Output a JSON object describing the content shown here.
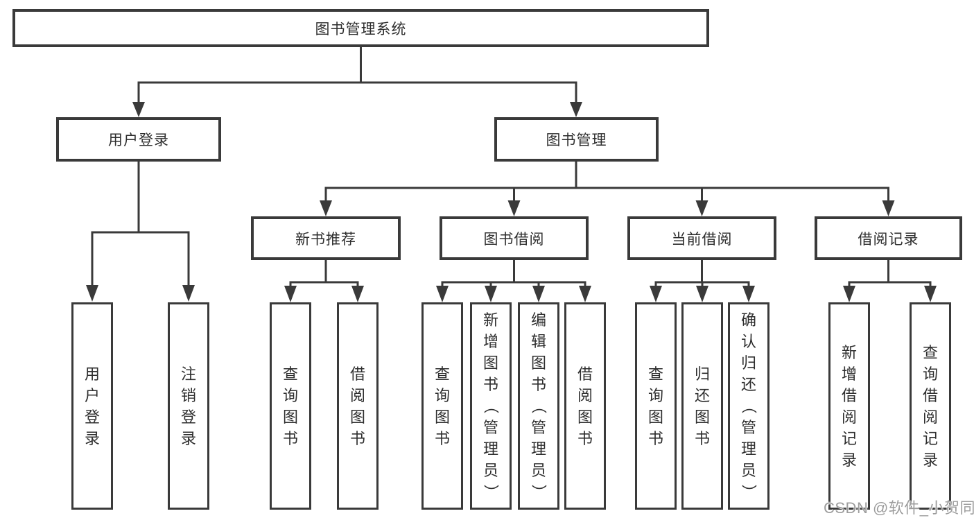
{
  "diagram": {
    "title": "图书管理系统",
    "type": "hierarchy-tree",
    "nodes": [
      {
        "id": "root",
        "label": "图书管理系统",
        "level": 1,
        "parent": null
      },
      {
        "id": "user-login",
        "label": "用户登录",
        "level": 2,
        "parent": "root"
      },
      {
        "id": "book-mgmt",
        "label": "图书管理",
        "level": 2,
        "parent": "root"
      },
      {
        "id": "new-book-rec",
        "label": "新书推荐",
        "level": 3,
        "parent": "book-mgmt"
      },
      {
        "id": "book-borrow",
        "label": "图书借阅",
        "level": 3,
        "parent": "book-mgmt"
      },
      {
        "id": "current-borrow",
        "label": "当前借阅",
        "level": 3,
        "parent": "book-mgmt"
      },
      {
        "id": "borrow-records",
        "label": "借阅记录",
        "level": 3,
        "parent": "book-mgmt"
      },
      {
        "id": "user-login-leaf",
        "label": "用户登录",
        "level": 4,
        "parent": "user-login"
      },
      {
        "id": "logout-leaf",
        "label": "注销登录",
        "level": 4,
        "parent": "user-login"
      },
      {
        "id": "rec-query-books",
        "label": "查询图书",
        "level": 4,
        "parent": "new-book-rec"
      },
      {
        "id": "rec-borrow-books",
        "label": "借阅图书",
        "level": 4,
        "parent": "new-book-rec"
      },
      {
        "id": "bb-query-books",
        "label": "查询图书",
        "level": 4,
        "parent": "book-borrow"
      },
      {
        "id": "bb-add-books",
        "label": "新增图书（管理员）",
        "level": 4,
        "parent": "book-borrow"
      },
      {
        "id": "bb-edit-books",
        "label": "编辑图书（管理员）",
        "level": 4,
        "parent": "book-borrow"
      },
      {
        "id": "bb-borrow-books",
        "label": "借阅图书",
        "level": 4,
        "parent": "book-borrow"
      },
      {
        "id": "cb-query-books",
        "label": "查询图书",
        "level": 4,
        "parent": "current-borrow"
      },
      {
        "id": "cb-return-books",
        "label": "归还图书",
        "level": 4,
        "parent": "current-borrow"
      },
      {
        "id": "cb-confirm-return",
        "label": "确认归还（管理员）",
        "level": 4,
        "parent": "current-borrow"
      },
      {
        "id": "br-add-record",
        "label": "新增借阅记录",
        "level": 4,
        "parent": "borrow-records"
      },
      {
        "id": "br-query-record",
        "label": "查询借阅记录",
        "level": 4,
        "parent": "borrow-records"
      }
    ]
  },
  "watermark": {
    "text": "CSDN @软件_小贺同学",
    "color": "#9d9d9d"
  },
  "colors": {
    "background": "#ffffff",
    "box_fill": "#ffffff",
    "box_border": "#3a3a3a",
    "connector": "#3a3a3a",
    "text": "#2e2e2e"
  }
}
